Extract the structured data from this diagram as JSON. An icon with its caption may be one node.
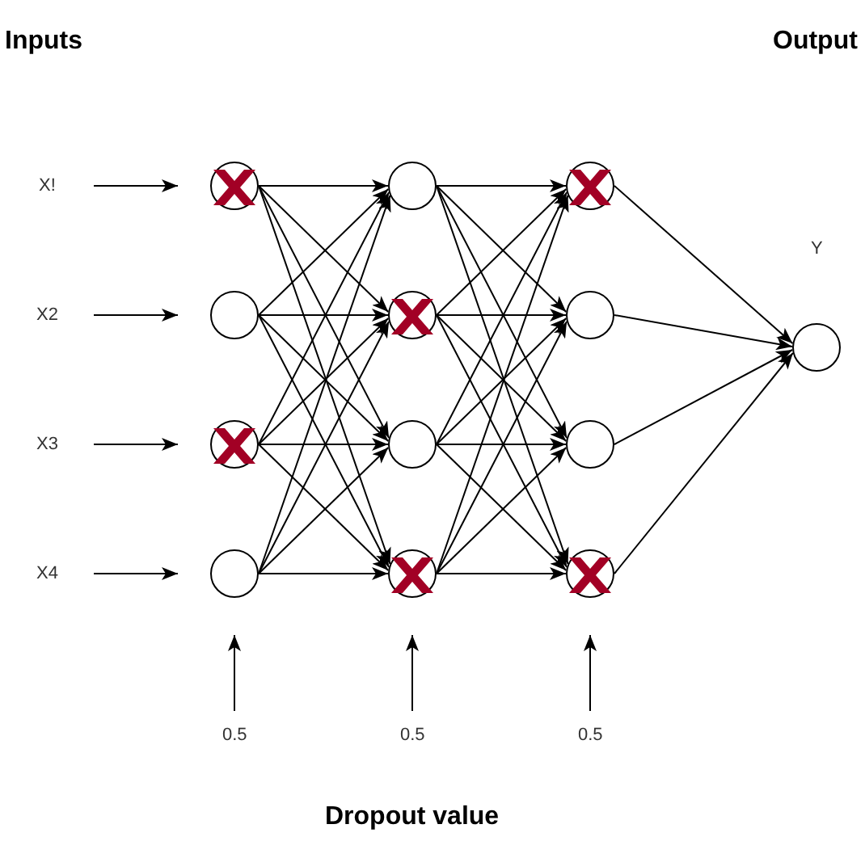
{
  "diagram": {
    "nodes": [
      {
        "text": [
          "X!"
        ]
      },
      {
        "text": [
          "X2"
        ]
      },
      {
        "text": [
          "X3"
        ]
      },
      {
        "text": [
          "X4"
        ]
      },
      {
        "text": [],
        "shape": "circle"
      },
      {
        "text": [],
        "shape": "circle"
      },
      {
        "text": [],
        "shape": "circle"
      },
      {
        "text": [],
        "shape": "circle"
      },
      {
        "text": [],
        "shape": "circle"
      },
      {
        "text": [],
        "shape": "circle"
      },
      {
        "text": [],
        "shape": "circle"
      },
      {
        "text": [],
        "shape": "circle"
      },
      {
        "text": [],
        "shape": "circle"
      },
      {
        "text": [],
        "shape": "circle"
      },
      {
        "text": [],
        "shape": "circle"
      },
      {
        "text": [],
        "shape": "circle"
      },
      {
        "text": [],
        "shape": "circle",
        "beside": [
          "Y"
        ]
      },
      {
        "text": [
          "0.5"
        ]
      },
      {
        "text": [
          "0.5"
        ]
      },
      {
        "text": [
          "0.5"
        ]
      },
      {
        "text": [],
        "shape": "cross",
        "in": 4
      },
      {
        "text": [],
        "shape": "cross",
        "in": 6
      },
      {
        "text": [],
        "shape": "cross",
        "in": 9
      },
      {
        "text": [],
        "shape": "cross",
        "in": 11
      },
      {
        "text": [],
        "shape": "cross",
        "in": 12
      },
      {
        "text": [],
        "shape": "cross",
        "in": 15
      }
    ],
    "edges": [
      {
        "from": 0,
        "to": 4,
        "arrow": "to"
      },
      {
        "from": 1,
        "to": 5,
        "arrow": "to"
      },
      {
        "from": 2,
        "to": 6,
        "arrow": "to"
      },
      {
        "from": 3,
        "to": 7,
        "arrow": "to"
      },
      {
        "from": 4,
        "to": 8,
        "arrow": "to"
      },
      {
        "from": 4,
        "to": 9,
        "arrow": "to"
      },
      {
        "from": 4,
        "to": 10,
        "arrow": "to"
      },
      {
        "from": 4,
        "to": 11,
        "arrow": "to"
      },
      {
        "from": 5,
        "to": 8,
        "arrow": "to"
      },
      {
        "from": 5,
        "to": 9,
        "arrow": "to"
      },
      {
        "from": 5,
        "to": 10,
        "arrow": "to"
      },
      {
        "from": 5,
        "to": 11,
        "arrow": "to"
      },
      {
        "from": 6,
        "to": 8,
        "arrow": "to"
      },
      {
        "from": 6,
        "to": 9,
        "arrow": "to"
      },
      {
        "from": 6,
        "to": 10,
        "arrow": "to"
      },
      {
        "from": 6,
        "to": 11,
        "arrow": "to"
      },
      {
        "from": 7,
        "to": 8,
        "arrow": "to"
      },
      {
        "from": 7,
        "to": 9,
        "arrow": "to"
      },
      {
        "from": 7,
        "to": 10,
        "arrow": "to"
      },
      {
        "from": 7,
        "to": 11,
        "arrow": "to"
      },
      {
        "from": 8,
        "to": 12,
        "arrow": "to"
      },
      {
        "from": 8,
        "to": 13,
        "arrow": "to"
      },
      {
        "from": 8,
        "to": 14,
        "arrow": "to"
      },
      {
        "from": 8,
        "to": 15,
        "arrow": "to"
      },
      {
        "from": 9,
        "to": 12,
        "arrow": "to"
      },
      {
        "from": 9,
        "to": 13,
        "arrow": "to"
      },
      {
        "from": 9,
        "to": 14,
        "arrow": "to"
      },
      {
        "from": 9,
        "to": 15,
        "arrow": "to"
      },
      {
        "from": 10,
        "to": 12,
        "arrow": "to"
      },
      {
        "from": 10,
        "to": 13,
        "arrow": "to"
      },
      {
        "from": 10,
        "to": 14,
        "arrow": "to"
      },
      {
        "from": 10,
        "to": 15,
        "arrow": "to"
      },
      {
        "from": 11,
        "to": 12,
        "arrow": "to"
      },
      {
        "from": 11,
        "to": 13,
        "arrow": "to"
      },
      {
        "from": 11,
        "to": 14,
        "arrow": "to"
      },
      {
        "from": 11,
        "to": 15,
        "arrow": "to"
      },
      {
        "from": 12,
        "to": 16,
        "arrow": "to"
      },
      {
        "from": 13,
        "to": 16,
        "arrow": "to"
      },
      {
        "from": 14,
        "to": 16,
        "arrow": "to"
      },
      {
        "from": 15,
        "to": 16,
        "arrow": "to"
      },
      {
        "from": 17,
        "to": 7,
        "arrow": "to"
      },
      {
        "from": 18,
        "to": 11,
        "arrow": "to"
      },
      {
        "from": 19,
        "to": 15,
        "arrow": "to"
      }
    ],
    "labels": [
      "Inputs",
      "Output",
      "Dropout value"
    ]
  }
}
